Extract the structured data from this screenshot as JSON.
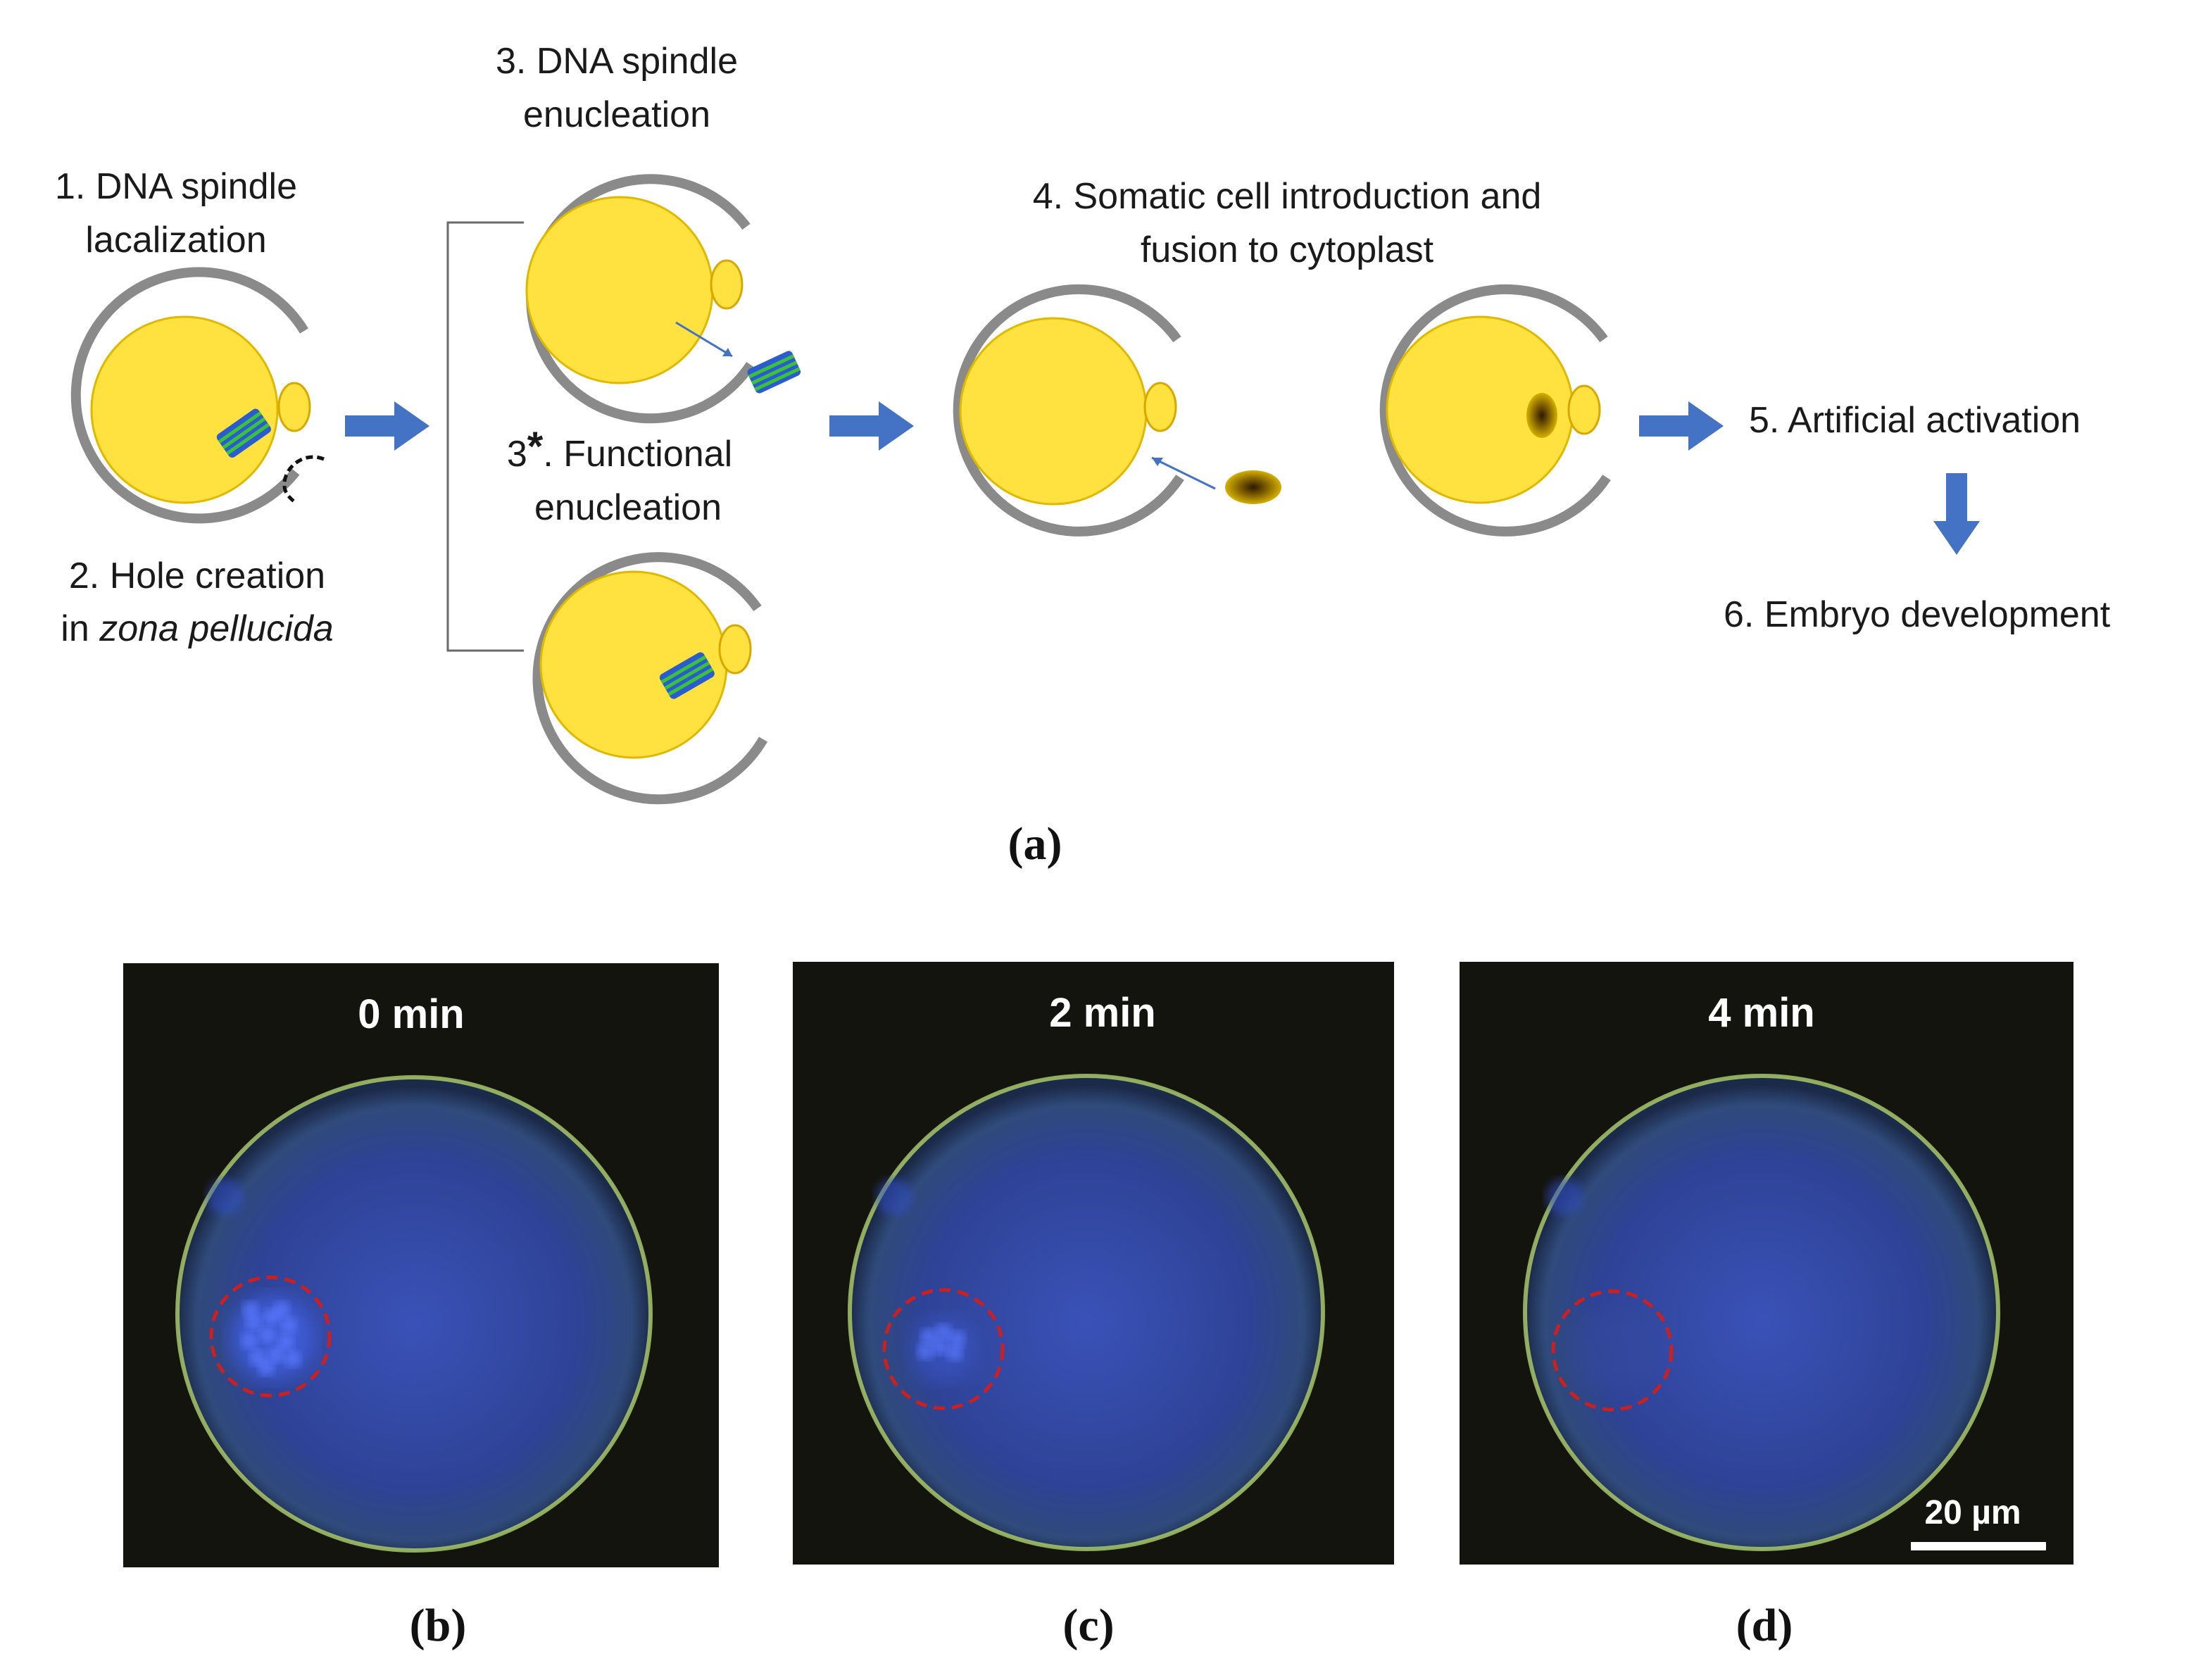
{
  "colors": {
    "cytoplasm": "#ffe140",
    "cytoplasm_edge": "#e0b800",
    "zona": "#8a8a8a",
    "arrow": "#4472c4",
    "spindle_blue": "#2a5bd0",
    "spindle_green": "#3cc23a",
    "micro_bg": "#14140f",
    "dashed_circle": "#cc2020"
  },
  "steps": {
    "s1": {
      "line1": "1. DNA spindle",
      "line2": "lacalization"
    },
    "s2": {
      "line1": "2. Hole creation",
      "line2_prefix": "in ",
      "line2_italic": "zona pellucida"
    },
    "s3": {
      "line1": "3. DNA spindle",
      "line2": "enucleation"
    },
    "s3b": {
      "prefix": "3",
      "star": "*",
      "rest": ". Functional",
      "line2": "enucleation"
    },
    "s4": {
      "line1": "4. Somatic cell introduction and",
      "line2": "fusion to cytoplast"
    },
    "s5": {
      "text": "5. Artificial activation"
    },
    "s6": {
      "text": "6. Embryo development"
    }
  },
  "captions": {
    "a": "(a)",
    "b": "(b)",
    "c": "(c)",
    "d": "(d)"
  },
  "micrographs": [
    {
      "time": "0 min",
      "dna_signal": 1.0
    },
    {
      "time": "2 min",
      "dna_signal": 0.5
    },
    {
      "time": "4 min",
      "dna_signal": 0.0
    }
  ],
  "scale_bar": {
    "label": "20 µm"
  }
}
